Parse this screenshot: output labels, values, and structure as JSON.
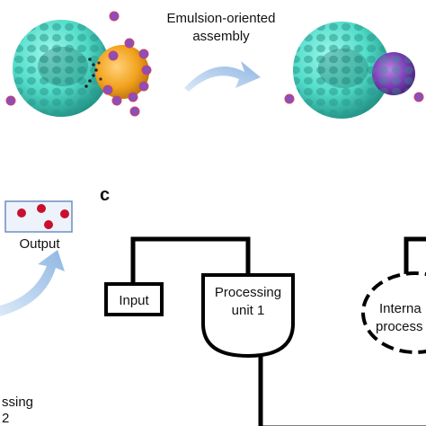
{
  "top": {
    "caption_line1": "Emulsion-oriented",
    "caption_line2": "assembly"
  },
  "left_fragment": {
    "output_label": "Output",
    "cut_label_line1": "ssing",
    "cut_label_line2": "2"
  },
  "panel_c": {
    "panel_letter": "c",
    "input_label": "Input",
    "unit1_line1": "Processing",
    "unit1_line2": "unit 1",
    "internal_line1": "Interna",
    "internal_line2": "process"
  },
  "colors": {
    "cyan_sphere": "#5fe3d2",
    "cyan_shadow": "#2e9f93",
    "orange_droplet": "#f2a21e",
    "purple_droplet": "#7a3fb5",
    "red_dot": "#c8102e",
    "arrow_blue": "#a9c8ea",
    "box_border": "#6c8ebf"
  }
}
